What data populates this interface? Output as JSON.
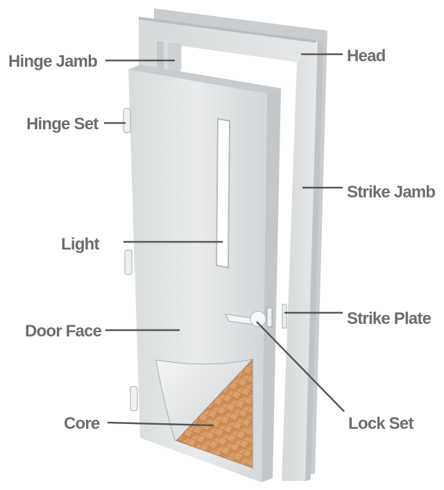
{
  "labels": {
    "hinge_jamb": "Hinge Jamb",
    "head": "Head",
    "hinge_set": "Hinge Set",
    "strike_jamb": "Strike Jamb",
    "light": "Light",
    "strike_plate": "Strike Plate",
    "door_face": "Door Face",
    "core": "Core",
    "lock_set": "Lock Set"
  },
  "colors": {
    "label_text": "#6d6d6d",
    "leader_line": "#555555",
    "door_face": "#e2e4e5",
    "frame": "#dcdfe0",
    "core": "#d9955e"
  }
}
